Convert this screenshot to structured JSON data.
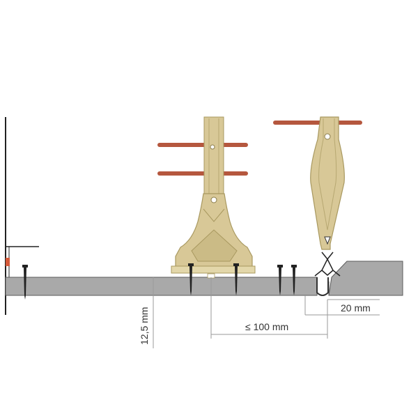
{
  "colors": {
    "background": "#ffffff",
    "board": "#a9a9a9",
    "board_stroke": "#5a5a5a",
    "hanger_fill": "#d8c897",
    "hanger_dark": "#a8985f",
    "rod": "#b5573e",
    "screw": "#222222",
    "dimension": "#9a9a9a",
    "text": "#333333",
    "wall": "#222222"
  },
  "dimensions": {
    "board_thickness": "12,5 mm",
    "spacing": "≤ 100 mm",
    "edge_offset": "20 mm"
  }
}
